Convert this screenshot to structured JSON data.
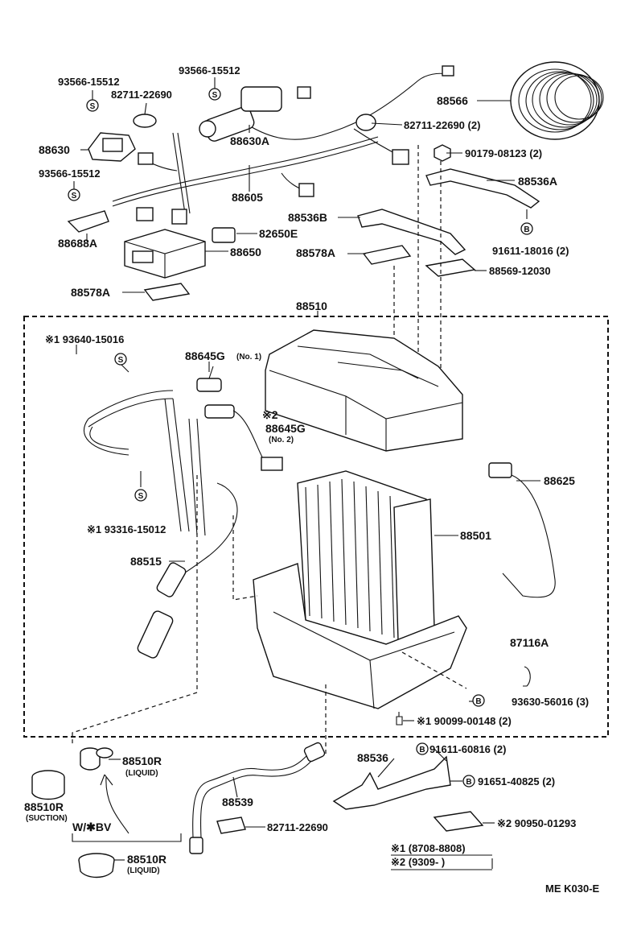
{
  "labels": {
    "p93566_a": "93566-15512",
    "p82711_a": "82711-22690",
    "p93566_b": "93566-15512",
    "p88566": "88566",
    "p88630": "88630",
    "p88630A": "88630A",
    "p82711_b": "82711-22690 (2)",
    "p90179": "90179-08123 (2)",
    "p93566_c": "93566-15512",
    "p88605": "88605",
    "p88536A": "88536A",
    "p88536B": "88536B",
    "p88688A": "88688A",
    "p82650E": "82650E",
    "p91611_a": "91611-18016 (2)",
    "p88650": "88650",
    "p88578A_a": "88578A",
    "p88569": "88569-12030",
    "p88578A_b": "88578A",
    "p88510": "88510",
    "p93640": "※1 93640-15016",
    "p88645G1": "88645G",
    "p88645G1_note": "(No. 1)",
    "p88645G2_mark": "※2",
    "p88645G2": "88645G",
    "p88645G2_note": "(No. 2)",
    "p88625": "88625",
    "p93316": "※1 93316-15012",
    "p88501": "88501",
    "p88515": "88515",
    "p87116A": "87116A",
    "p93630": "93630-56016 (3)",
    "p90099": "※1 90099-00148 (2)",
    "p88510R_liq": "88510R",
    "p88510R_liq_note": "(LIQUID)",
    "p88536": "88536",
    "p91611_b": "91611-60816 (2)",
    "p88510R_suc": "88510R",
    "p88510R_suc_note": "(SUCTION)",
    "p88539": "88539",
    "p91651": "91651-40825 (2)",
    "p90950": "※2 90950-01293",
    "p82711_c": "82711-22690",
    "wbv": "W/✱BV",
    "p88510R_liq2": "88510R",
    "p88510R_liq2_note": "(LIQUID)",
    "note1": "※1 (8708-8808)",
    "note2": "※2 (9309-          )",
    "catalog": "ME  K030-E"
  },
  "symbols": {
    "s": "S",
    "b": "B"
  }
}
